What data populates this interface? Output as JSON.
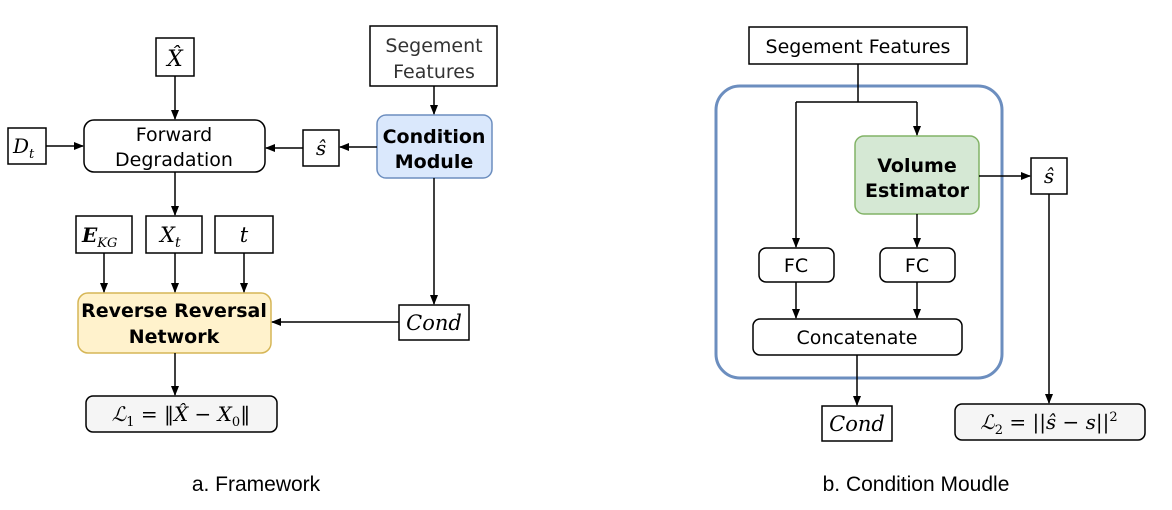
{
  "framework": {
    "caption": "a. Framework",
    "x_hat": "X̂",
    "d_t": "D",
    "d_t_sub": "t",
    "forward_degradation": [
      "Forward",
      "Degradation"
    ],
    "s_hat": "ŝ",
    "segment_features": [
      "Segement",
      "Features"
    ],
    "condition_module": [
      "Condition",
      "Module"
    ],
    "e_kg": "E",
    "e_kg_sub": "KG",
    "x_t": "X",
    "x_t_sub": "t",
    "t": "t",
    "reverse_network": [
      "Reverse Reversal",
      "Network"
    ],
    "cond": "Cond",
    "loss1": {
      "lhs": "ℒ",
      "sub": "1",
      "rhs": " = ‖X̂ − X",
      "rhs_sub": "0",
      "end": "‖"
    }
  },
  "condition_module": {
    "caption": "b. Condition Moudle",
    "segment_features": "Segement Features",
    "volume_estimator": [
      "Volume",
      "Estimator"
    ],
    "s_hat": "ŝ",
    "fc_left": "FC",
    "fc_right": "FC",
    "concatenate": "Concatenate",
    "cond": "Cond",
    "loss2": {
      "lhs": "ℒ",
      "sub": "2",
      "rhs": " = ||ŝ − s||",
      "sup": "2"
    }
  },
  "colors": {
    "condition_fill": "#dae8fc",
    "condition_stroke": "#6c8ebf",
    "reverse_fill": "#fff2cc",
    "reverse_stroke": "#d6b656",
    "volume_fill": "#d5e8d4",
    "volume_stroke": "#82b366",
    "loss_fill": "#f5f5f5",
    "container_stroke": "#6c8ebf"
  }
}
